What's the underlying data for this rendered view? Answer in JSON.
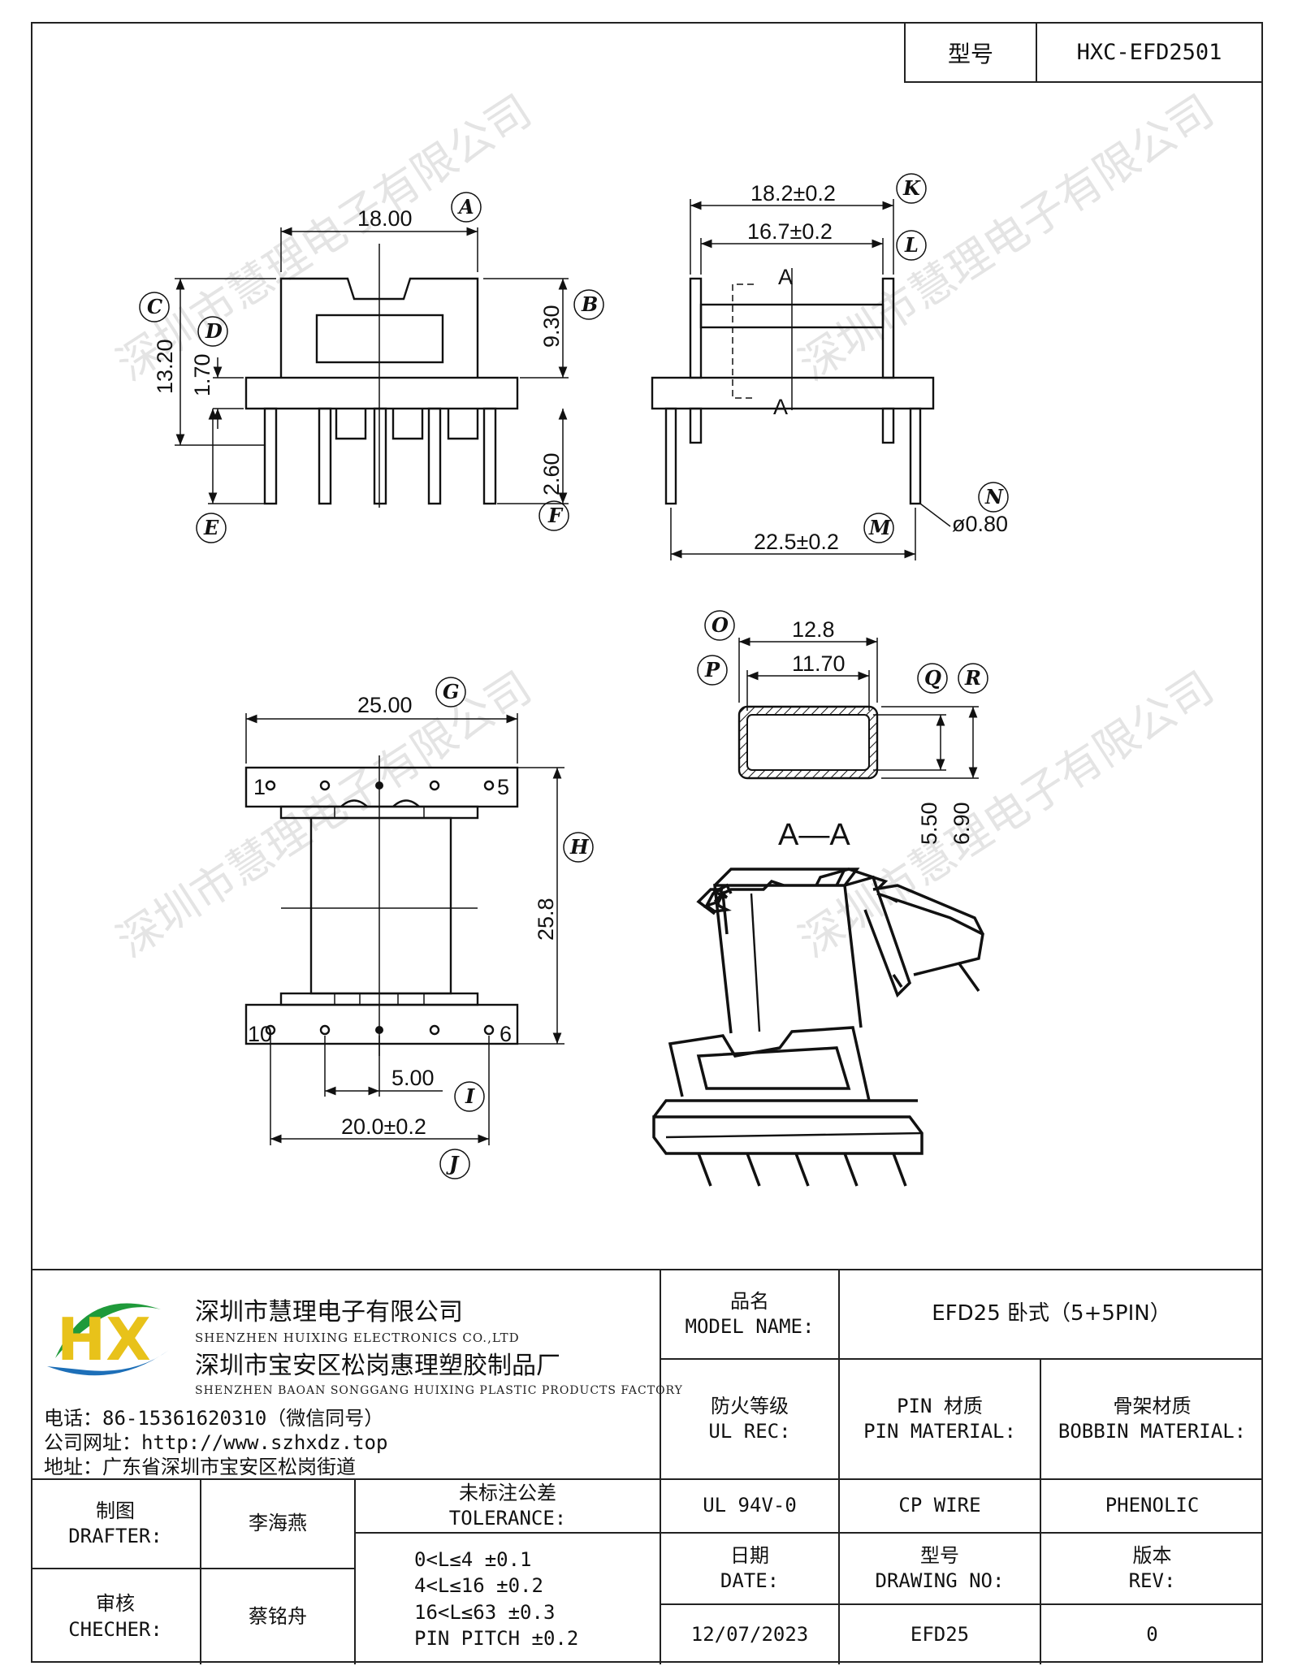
{
  "header": {
    "model_label": "型号",
    "model_value": "HXC-EFD2501"
  },
  "dimensions": {
    "front": {
      "width": "18.00",
      "total_height": "13.20",
      "top_height": "9.30",
      "flange": "1.70",
      "pin_len": "2.60"
    },
    "side": {
      "outer": "18.2±0.2",
      "inner": "16.7±0.2",
      "pin_span": "22.5±0.2",
      "pin_dia": "ø0.80",
      "section": "A"
    },
    "section": {
      "outer_w": "12.8",
      "inner_w": "11.70",
      "inner_h": "5.50",
      "outer_h": "6.90",
      "title": "A—A"
    },
    "bottom": {
      "width": "25.00",
      "length": "25.8",
      "pitch": "5.00",
      "pin_span": "20.0±0.2",
      "pin1": "1",
      "pin5": "5",
      "pin10": "10",
      "pin6": "6"
    }
  },
  "callouts": [
    "A",
    "B",
    "C",
    "D",
    "E",
    "F",
    "G",
    "H",
    "I",
    "J",
    "K",
    "L",
    "M",
    "N",
    "O",
    "P",
    "Q",
    "R"
  ],
  "watermark": "深圳市慧理电子有限公司",
  "company": {
    "name_cn": "深圳市慧理电子有限公司",
    "name_en": "SHENZHEN HUIXING ELECTRONICS CO.,LTD",
    "factory_cn": "深圳市宝安区松岗惠理塑胶制品厂",
    "factory_en": "SHENZHEN BAOAN SONGGANG HUIXING PLASTIC PRODUCTS FACTORY",
    "phone": "电话：86-15361620310（微信同号）",
    "website": "公司网址：http://www.szhxdz.top",
    "address": "地址：广东省深圳市宝安区松岗街道",
    "logo_text": "HX",
    "logo_colors": {
      "green": "#1f9a3a",
      "yellow": "#e8c21a",
      "blue": "#1d6fb8"
    }
  },
  "title_block": {
    "model_name_cn": "品名",
    "model_name_en": "MODEL NAME:",
    "model_name_value": "EFD25 卧式（5+5PIN）",
    "ul_cn": "防火等级",
    "ul_en": "UL REC:",
    "pin_mat_cn": "PIN 材质",
    "pin_mat_en": "PIN MATERIAL:",
    "bobbin_cn": "骨架材质",
    "bobbin_en": "BOBBIN MATERIAL:",
    "ul_value": "UL 94V-0",
    "pin_value": "CP WIRE",
    "bobbin_value": "PHENOLIC",
    "drafter_cn": "制图",
    "drafter_en": "DRAFTER:",
    "drafter_value": "李海燕",
    "checker_cn": "审核",
    "checker_en": "CHECHER:",
    "checker_value": "蔡铭舟",
    "tolerance_cn": "未标注公差",
    "tolerance_en": "TOLERANCE:",
    "tolerances": [
      "0<L≤4  ±0.1",
      "4<L≤16 ±0.2",
      "16<L≤63 ±0.3",
      "PIN PITCH ±0.2"
    ],
    "date_cn": "日期",
    "date_en": "DATE:",
    "date_value": "12/07/2023",
    "drawing_cn": "型号",
    "drawing_en": "DRAWING NO:",
    "drawing_value": "EFD25",
    "rev_cn": "版本",
    "rev_en": "REV:",
    "rev_value": "0"
  }
}
